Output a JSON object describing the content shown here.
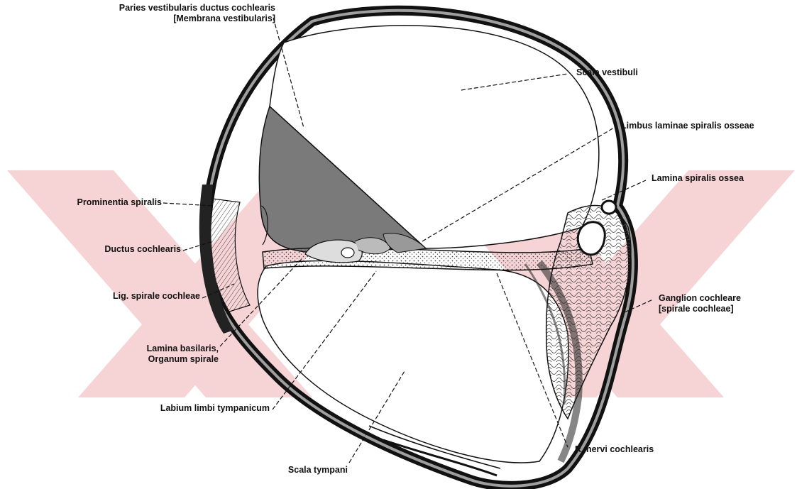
{
  "diagram": {
    "labels": {
      "paries_line1": "Paries vestibularis ductus cochlearis",
      "paries_line2": "[Membrana vestibularis]",
      "scala_vestibuli": "Scala vestibuli",
      "limbus": "Limbus laminae spiralis osseae",
      "lamina_spiralis_ossea": "Lamina spiralis ossea",
      "prominentia_spiralis": "Prominentia spiralis",
      "ductus_cochlearis": "Ductus cochlearis",
      "lig_spirale": "Lig. spirale cochleae",
      "lamina_basilaris_line1": "Lamina basilaris,",
      "lamina_basilaris_line2": "Organum spirale",
      "ganglion_line1": "Ganglion cochleare",
      "ganglion_line2": "[spirale cochleae]",
      "labium": "Labium limbi tympanicum",
      "scala_tympani": "Scala tympani",
      "r_nervi": "R. nervi cochlearis"
    },
    "colors": {
      "ink": "#111111",
      "duct_fill": "#7a7a7a",
      "watermark": "#f4c7c9"
    }
  }
}
